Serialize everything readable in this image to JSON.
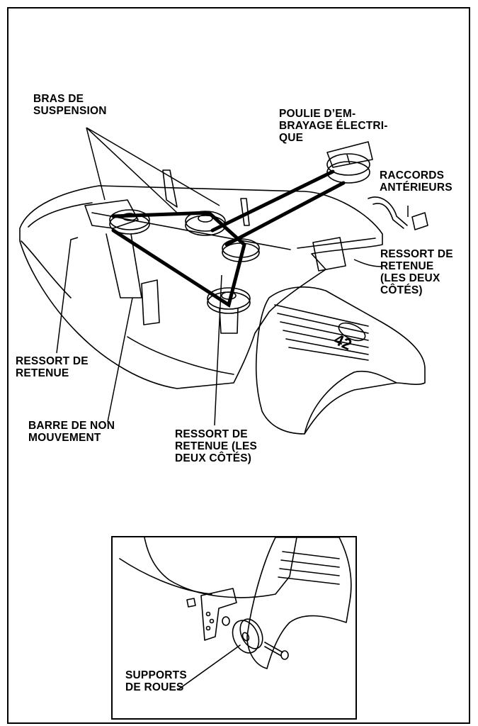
{
  "labels": {
    "bras_de_suspension": [
      "BRAS DE",
      "SUSPENSION"
    ],
    "poulie": [
      "POULIE D’EM-",
      "BRAYAGE ÉLECTRI-",
      "QUE"
    ],
    "raccords": [
      "RACCORDS",
      "ANTÉRIEURS"
    ],
    "ressort_droite": [
      "RESSORT DE",
      "RETENUE",
      "(LES DEUX",
      "CÔTÉS)"
    ],
    "ressort_gauche": [
      "RESSORT DE",
      "RETENUE"
    ],
    "barre": [
      "BARRE DE NON",
      "MOUVEMENT"
    ],
    "ressort_centre": [
      "RESSORT DE",
      "RETENUE (LES",
      "DEUX CÔTÉS)"
    ],
    "supports": [
      "SUPPORTS",
      "DE ROUES"
    ],
    "deck_badge": "42"
  },
  "colors": {
    "line": "#000000",
    "background": "#ffffff"
  }
}
